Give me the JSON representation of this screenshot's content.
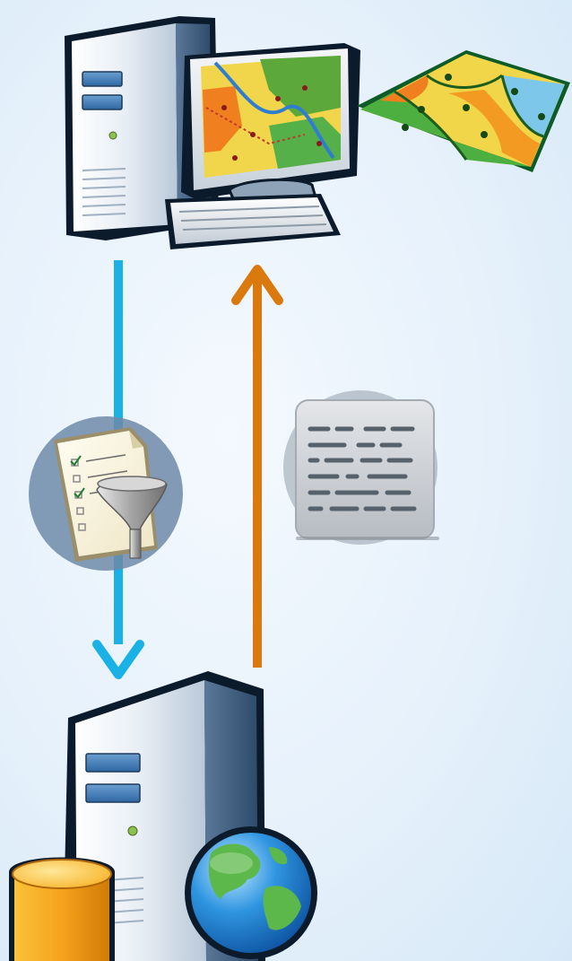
{
  "diagram": {
    "nodes": [
      {
        "id": "client",
        "icon": "desktop-computer-icon"
      },
      {
        "id": "map",
        "icon": "map-sheet-icon"
      },
      {
        "id": "query",
        "icon": "filter-query-document-icon"
      },
      {
        "id": "results",
        "icon": "feature-results-icon"
      },
      {
        "id": "server",
        "icon": "server-tower-icon"
      },
      {
        "id": "database",
        "icon": "database-icon"
      },
      {
        "id": "globe",
        "icon": "globe-icon"
      }
    ],
    "edges": [
      {
        "from": "client",
        "to": "server",
        "color": "#1ab1e6"
      },
      {
        "from": "server",
        "to": "client",
        "color": "#d9790e"
      }
    ]
  },
  "colors": {
    "background": "#e6f1fb",
    "request_arrow": "#1ab1e6",
    "response_arrow": "#d9790e"
  }
}
